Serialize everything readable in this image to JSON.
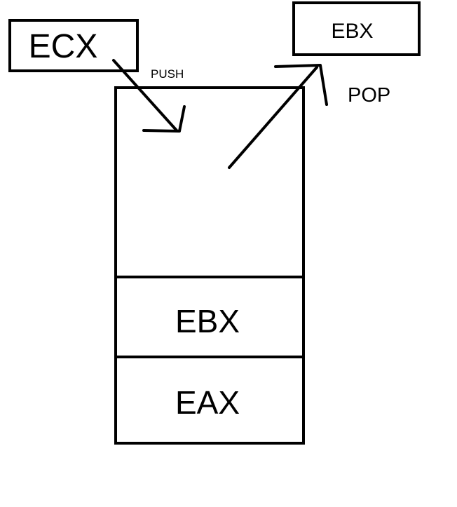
{
  "registers": {
    "source": "ECX",
    "destination": "EBX"
  },
  "operations": {
    "push": "PUSH",
    "pop": "POP"
  },
  "stack": {
    "slots": [
      "EBX",
      "EAX"
    ]
  },
  "colors": {
    "stroke": "#000000",
    "background": "#ffffff"
  }
}
